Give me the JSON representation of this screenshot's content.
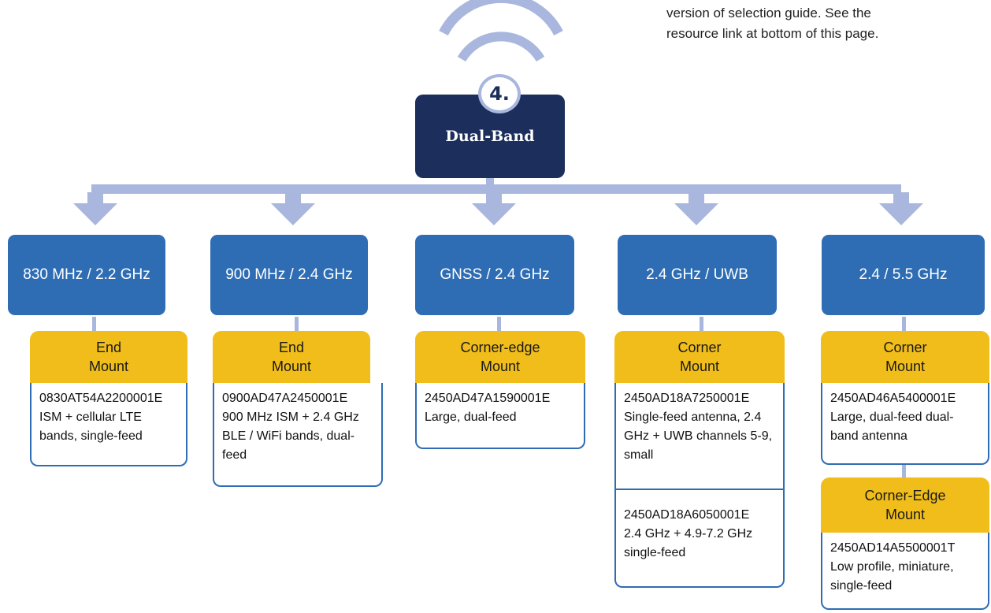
{
  "note": {
    "line1": "version of selection guide. See the",
    "line2": "resource link at bottom of this page."
  },
  "root": {
    "badge": "4.",
    "label": "Dual-Band"
  },
  "branches": [
    {
      "band": "830 MHz / 2.2 GHz",
      "groups": [
        {
          "mount": [
            "End",
            "Mount"
          ],
          "parts": [
            {
              "code": "0830AT54A2200001E",
              "desc": "ISM + cellular LTE bands, single-feed"
            }
          ]
        }
      ]
    },
    {
      "band": "900 MHz / 2.4 GHz",
      "groups": [
        {
          "mount": [
            "End",
            "Mount"
          ],
          "parts": [
            {
              "code": "0900AD47A2450001E",
              "desc": "900 MHz ISM + 2.4 GHz BLE / WiFi bands, dual-feed"
            }
          ]
        }
      ]
    },
    {
      "band": "GNSS / 2.4 GHz",
      "groups": [
        {
          "mount": [
            "Corner-edge",
            "Mount"
          ],
          "parts": [
            {
              "code": "2450AD47A1590001E",
              "desc": "Large, dual-feed"
            }
          ]
        }
      ]
    },
    {
      "band": "2.4 GHz / UWB",
      "groups": [
        {
          "mount": [
            "Corner",
            "Mount"
          ],
          "parts": [
            {
              "code": "2450AD18A7250001E",
              "desc": "Single-feed antenna, 2.4 GHz + UWB channels 5-9, small"
            },
            {
              "code": "2450AD18A6050001E",
              "desc": "2.4 GHz + 4.9-7.2 GHz single-feed"
            }
          ]
        }
      ]
    },
    {
      "band": "2.4 / 5.5 GHz",
      "groups": [
        {
          "mount": [
            "Corner",
            "Mount"
          ],
          "parts": [
            {
              "code": "2450AD46A5400001E",
              "desc": "Large, dual-feed dual-band antenna"
            }
          ]
        },
        {
          "mount": [
            "Corner-Edge",
            "Mount"
          ],
          "parts": [
            {
              "code": "2450AD14A5500001T",
              "desc": "Low profile, miniature, single-feed"
            }
          ]
        }
      ]
    }
  ],
  "colors": {
    "root": "#1c2e5c",
    "band": "#2e6db4",
    "mount": "#f0bd1a",
    "connector": "#a9b6dd"
  },
  "icons": {
    "wireless": "wifi-signal-icon",
    "flow": "arrow-down-icon"
  }
}
